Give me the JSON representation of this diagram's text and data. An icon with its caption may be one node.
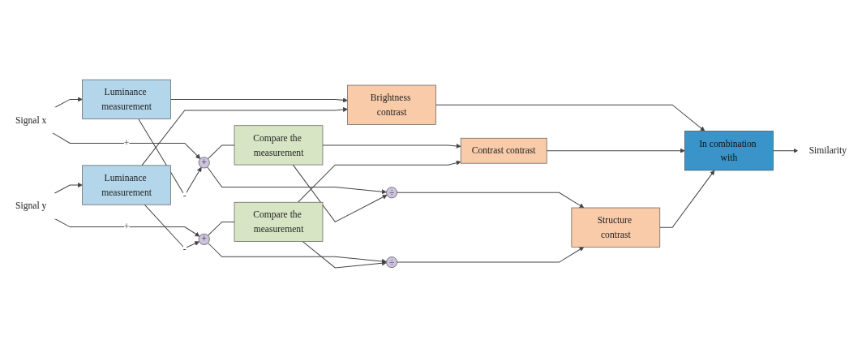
{
  "diagram": {
    "nodes": [
      {
        "text": [
          "Signal x"
        ]
      },
      {
        "text": [
          "Luminance measurement"
        ]
      },
      {
        "text": [
          "+"
        ]
      },
      {
        "text": [
          "Compare the measurement"
        ]
      },
      {
        "text": [
          "÷"
        ]
      },
      {
        "text": [
          "Signal y"
        ]
      },
      {
        "text": [
          "Luminance measurement"
        ]
      },
      {
        "text": [
          "+"
        ]
      },
      {
        "text": [
          "Compare the measurement"
        ]
      },
      {
        "text": [
          "÷"
        ]
      },
      {
        "text": [
          "Brightness contrast"
        ]
      },
      {
        "text": [
          "Contrast contrast"
        ]
      },
      {
        "text": [
          "Structure contrast"
        ]
      },
      {
        "text": [
          "In combination with"
        ]
      },
      {
        "text": [
          "Similarity"
        ]
      }
    ],
    "edges": [
      {
        "from": 0,
        "to": 1,
        "arrow": "to"
      },
      {
        "from": 0,
        "to": 2,
        "arrow": "to",
        "label": "+"
      },
      {
        "from": 1,
        "to": 2,
        "arrow": "to",
        "label": "-"
      },
      {
        "from": 2,
        "to": 3,
        "arrow": "none"
      },
      {
        "from": 2,
        "to": 4,
        "arrow": "to"
      },
      {
        "from": 3,
        "to": 4,
        "arrow": "to"
      },
      {
        "from": 5,
        "to": 6,
        "arrow": "to"
      },
      {
        "from": 5,
        "to": 7,
        "arrow": "to",
        "label": "+"
      },
      {
        "from": 6,
        "to": 7,
        "arrow": "to",
        "label": "-"
      },
      {
        "from": 7,
        "to": 8,
        "arrow": "none"
      },
      {
        "from": 7,
        "to": 9,
        "arrow": "to"
      },
      {
        "from": 8,
        "to": 9,
        "arrow": "to"
      },
      {
        "from": 1,
        "to": 10,
        "arrow": "to"
      },
      {
        "from": 6,
        "to": 10,
        "arrow": "to"
      },
      {
        "from": 3,
        "to": 11,
        "arrow": "to"
      },
      {
        "from": 8,
        "to": 11,
        "arrow": "to"
      },
      {
        "from": 4,
        "to": 12,
        "arrow": "to"
      },
      {
        "from": 9,
        "to": 12,
        "arrow": "to"
      },
      {
        "from": 10,
        "to": 13,
        "arrow": "to"
      },
      {
        "from": 11,
        "to": 13,
        "arrow": "to"
      },
      {
        "from": 12,
        "to": 13,
        "arrow": "to"
      },
      {
        "from": 13,
        "to": 14,
        "arrow": "to"
      }
    ]
  }
}
